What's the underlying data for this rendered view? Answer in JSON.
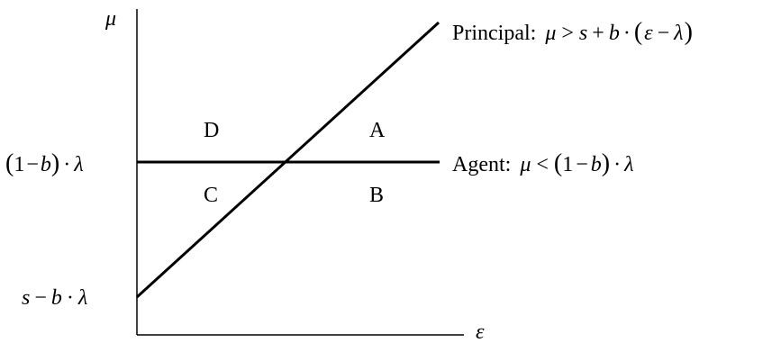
{
  "axes": {
    "y_label": "μ",
    "x_label": "ε"
  },
  "y_ticks": {
    "agent_level": {
      "paren_open": "(",
      "one": "1",
      "minus": "−",
      "b": "b",
      "paren_close": ")",
      "dot": "·",
      "lambda": "λ"
    },
    "intercept": {
      "s": "s",
      "minus": "−",
      "b": "b",
      "dot": "·",
      "lambda": "λ"
    }
  },
  "regions": {
    "A": "A",
    "B": "B",
    "C": "C",
    "D": "D"
  },
  "principal_label": {
    "prefix": "Principal:",
    "mu": "μ",
    "gt": ">",
    "s": "s",
    "plus": "+",
    "b": "b",
    "dot": "·",
    "paren_open": "(",
    "epsilon": "ε",
    "minus": "−",
    "lambda": "λ",
    "paren_close": ")"
  },
  "agent_label": {
    "prefix": "Agent:",
    "mu": "μ",
    "lt": "<",
    "paren_open": "(",
    "one": "1",
    "minus": "−",
    "b": "b",
    "paren_close": ")",
    "dot": "·",
    "lambda": "λ"
  },
  "colors": {
    "line": "#000000",
    "text": "#000000",
    "background": "#ffffff"
  }
}
